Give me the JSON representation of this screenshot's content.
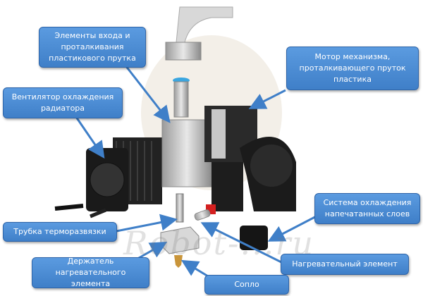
{
  "watermark": "Robot-...ru",
  "colors": {
    "callout_fill": "#4a8ad4",
    "callout_border": "#2e64a8",
    "arrow": "#3f7fc8"
  },
  "labels": {
    "filament_input": "Элементы входа и проталкивания пластикового прутка",
    "radiator_fan": "Вентилятор охлаждения радиатора",
    "motor": "Мотор механизма, проталкивающего пруток пластика",
    "layer_cooling": "Система охлаждения напечатанных слоев",
    "heat_break": "Трубка терморазвязки",
    "heater": "Нагревательный элемент",
    "heater_block": "Держатель нагревательного элемента",
    "nozzle": "Сопло"
  }
}
